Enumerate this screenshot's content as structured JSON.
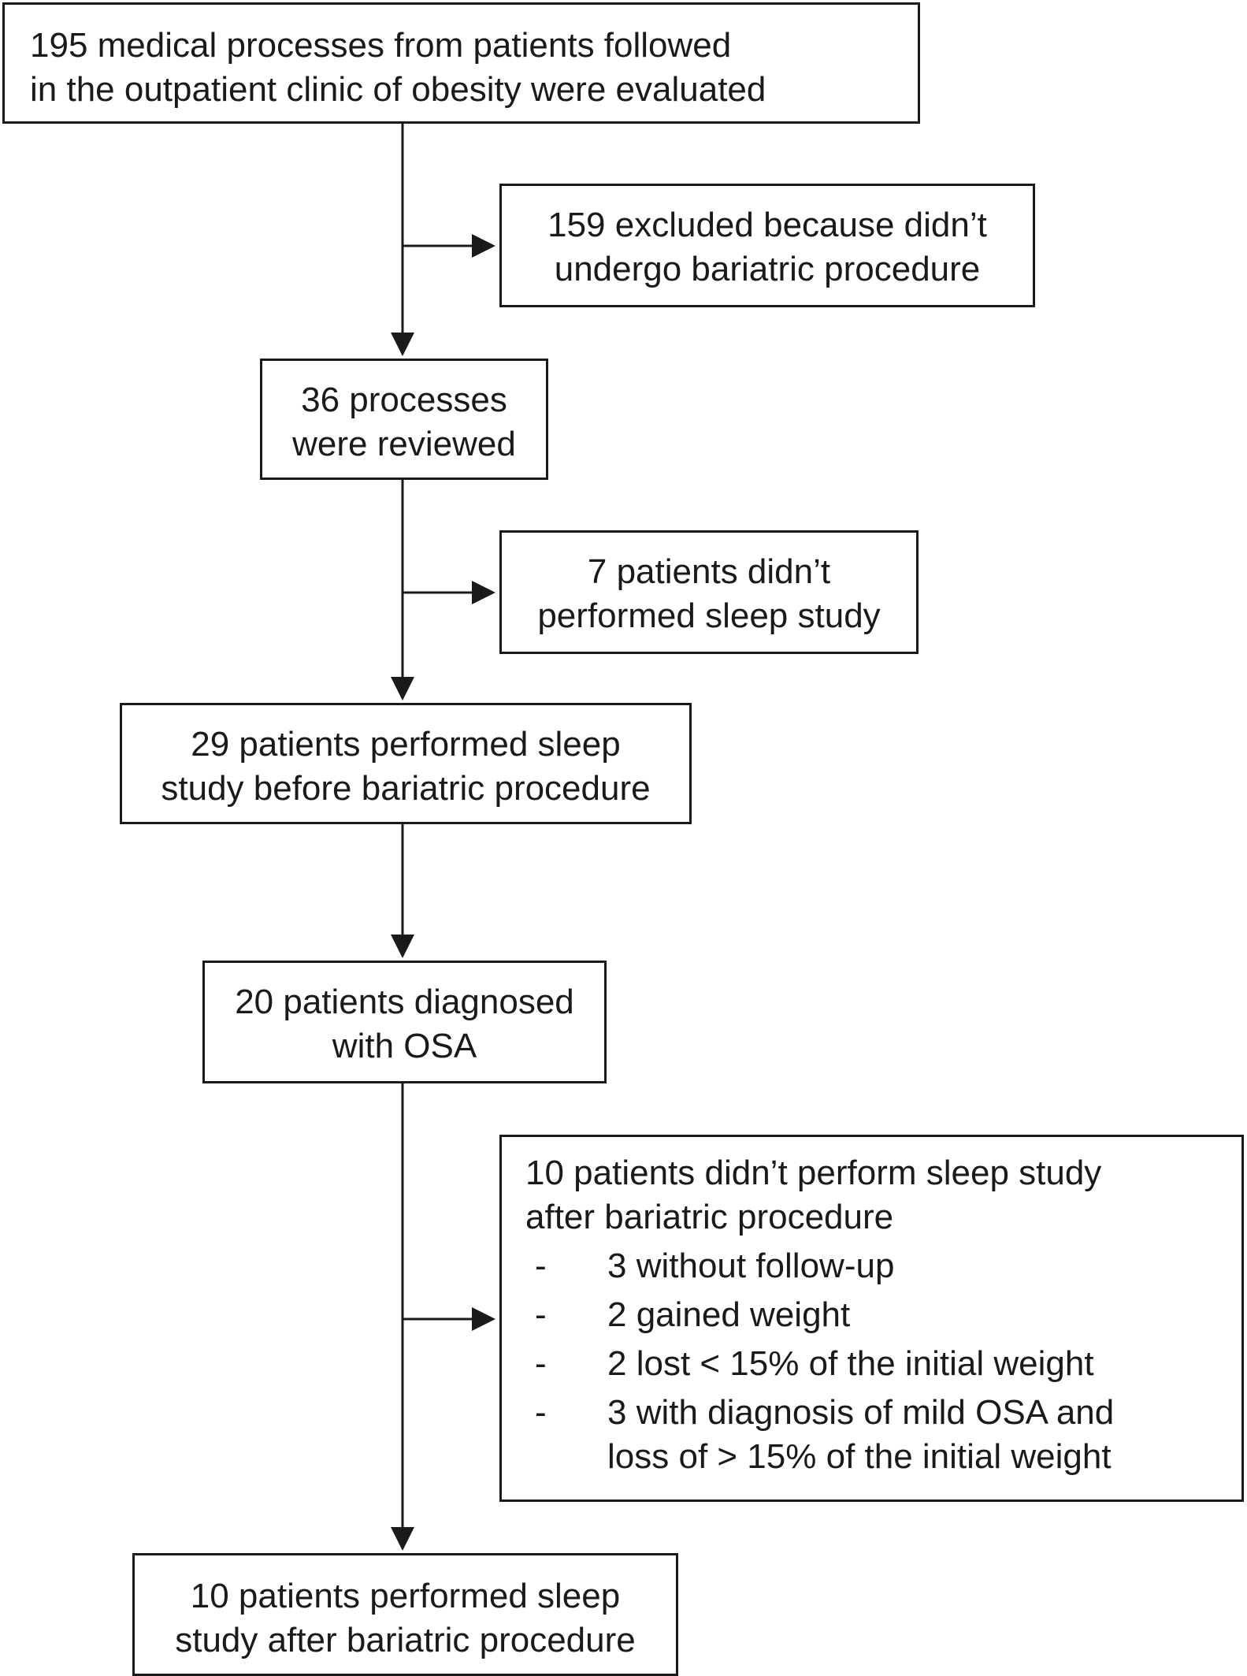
{
  "flowchart": {
    "box_1": {
      "line_1": "195 medical processes from patients followed",
      "line_2": "in the outpatient clinic of obesity were evaluated"
    },
    "box_2": {
      "line_1": "159 excluded because didn’t",
      "line_2": "undergo bariatric procedure"
    },
    "box_3": {
      "line_1": "36 processes",
      "line_2": "were reviewed"
    },
    "box_4": {
      "line_1": "7 patients didn’t",
      "line_2": "performed sleep study"
    },
    "box_5": {
      "line_1": "29 patients performed sleep",
      "line_2": "study before bariatric procedure"
    },
    "box_6": {
      "line_1": "20 patients diagnosed",
      "line_2": "with OSA"
    },
    "box_7": {
      "line_1": "10 patients didn’t perform sleep study",
      "line_2": "after bariatric procedure",
      "bullet_marker": "-",
      "items": [
        {
          "text": "3 without follow-up"
        },
        {
          "text": "2 gained weight"
        },
        {
          "text": "2 lost < 15% of the initial weight"
        },
        {
          "text": "3 with diagnosis of mild OSA and",
          "continuation": "loss of > 15% of the initial weight"
        }
      ]
    },
    "box_8": {
      "line_1": "10 patients performed sleep",
      "line_2": "study after bariatric procedure"
    }
  },
  "colors": {
    "stroke": "#1a1a1a",
    "background": "#ffffff"
  }
}
